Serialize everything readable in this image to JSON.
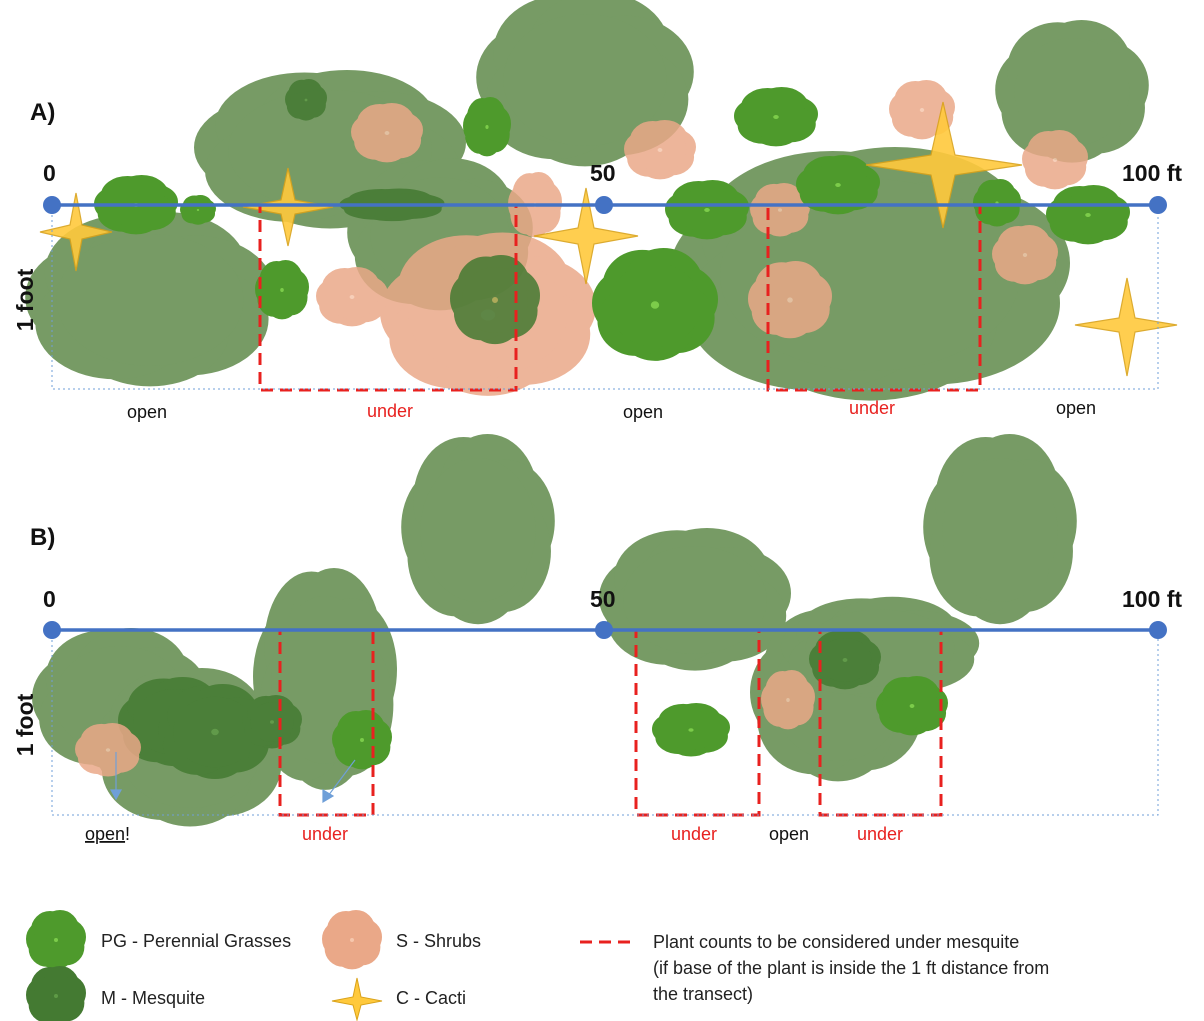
{
  "panels": {
    "a": {
      "label": "A)",
      "ticks": [
        "0",
        "50",
        "100 ft"
      ],
      "side_label": "1 foot",
      "zones": [
        {
          "text": "open",
          "kind": "open"
        },
        {
          "text": "under",
          "kind": "under"
        },
        {
          "text": "open",
          "kind": "open"
        },
        {
          "text": "under",
          "kind": "under"
        },
        {
          "text": "open",
          "kind": "open"
        }
      ]
    },
    "b": {
      "label": "B)",
      "ticks": [
        "0",
        "50",
        "100 ft"
      ],
      "side_label": "1 foot",
      "zones": [
        {
          "text": "open",
          "kind": "open-note",
          "suffix": "!"
        },
        {
          "text": "under",
          "kind": "under"
        },
        {
          "text": "under",
          "kind": "under"
        },
        {
          "text": "open",
          "kind": "open"
        },
        {
          "text": "under",
          "kind": "under"
        }
      ]
    }
  },
  "legend": {
    "pg": "PG - Perennial Grasses",
    "m": "M - Mesquite",
    "s": "S - Shrubs",
    "c": "C - Cacti",
    "dash_line1": "Plant counts to be considered under mesquite",
    "dash_line2": "(if base of the plant is inside the 1 ft distance from",
    "dash_line3": "the transect)"
  },
  "colors": {
    "transect": "#4472c4",
    "tree_canopy": "#8cb37a",
    "perennial_grass": "#7ccc4a",
    "mesquite": "#5e9a46",
    "shrub": "#f6c7ad",
    "cactus": "#ffc93c",
    "under_box": "#e8211f",
    "open_text": "#111111"
  }
}
